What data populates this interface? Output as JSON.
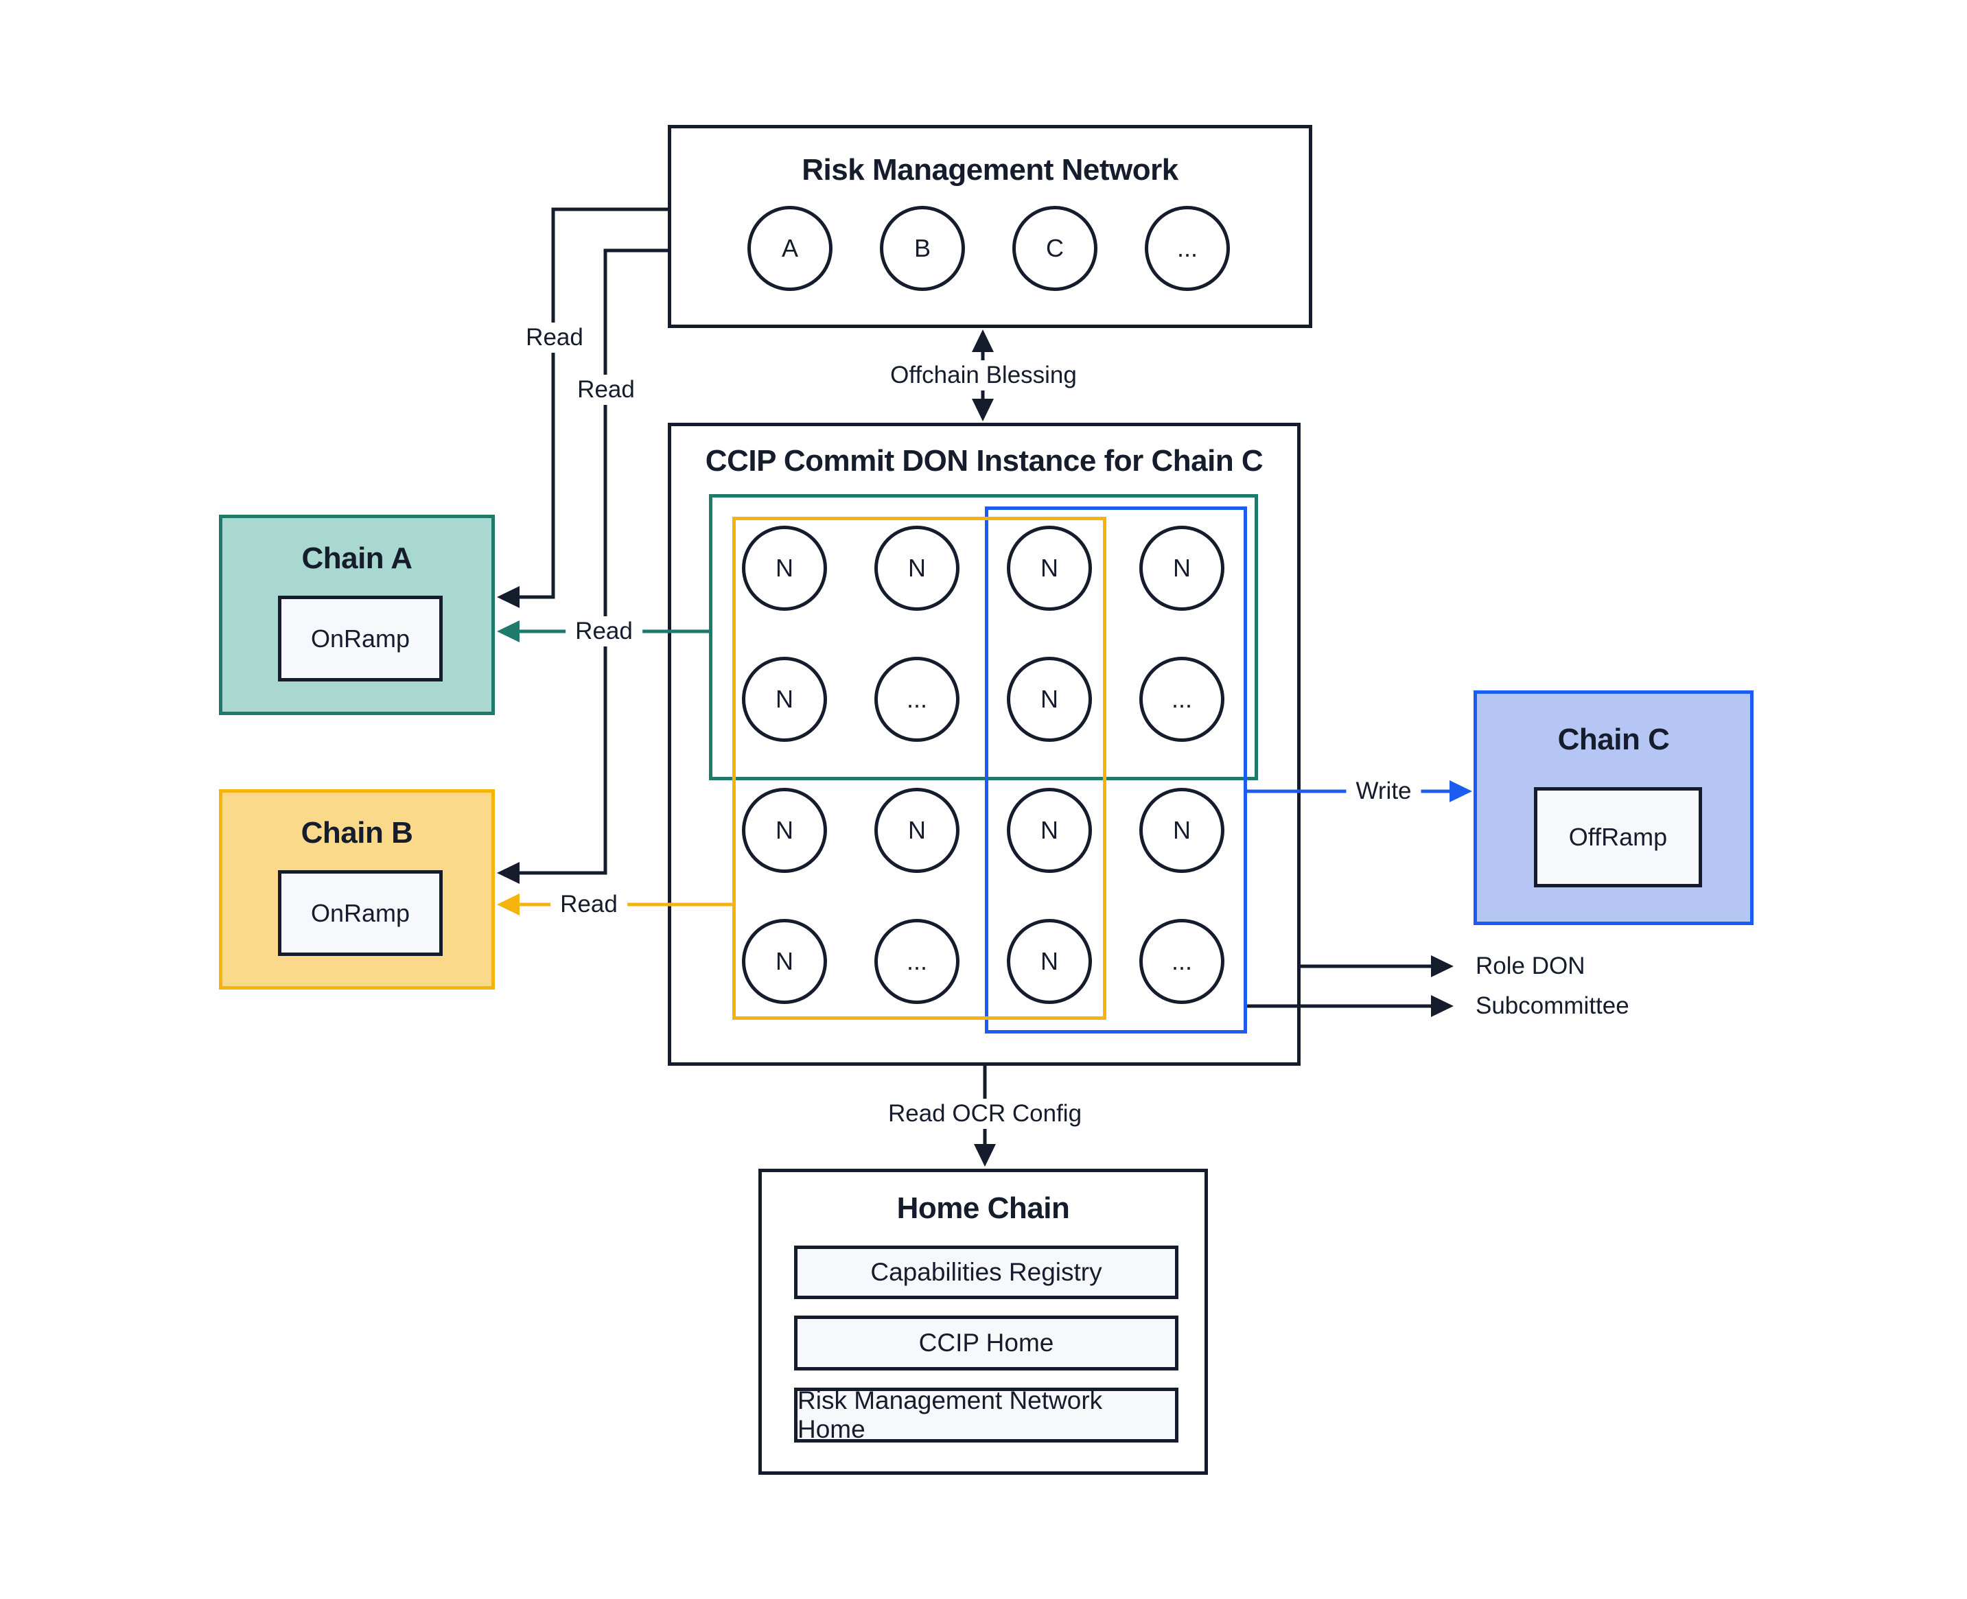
{
  "diagram": {
    "rmn": {
      "title": "Risk Management Network",
      "nodes": [
        "A",
        "B",
        "C",
        "..."
      ]
    },
    "don": {
      "title": "CCIP Commit DON Instance for Chain C",
      "grid": [
        [
          "N",
          "N",
          "N",
          "N"
        ],
        [
          "N",
          "...",
          "N",
          "..."
        ],
        [
          "N",
          "N",
          "N",
          "N"
        ],
        [
          "N",
          "...",
          "N",
          "..."
        ]
      ]
    },
    "chain_a": {
      "title": "Chain A",
      "contract": "OnRamp"
    },
    "chain_b": {
      "title": "Chain B",
      "contract": "OnRamp"
    },
    "chain_c": {
      "title": "Chain C",
      "contract": "OffRamp"
    },
    "home_chain": {
      "title": "Home Chain",
      "contracts": [
        "Capabilities Registry",
        "CCIP Home",
        "Risk Management Network Home"
      ]
    },
    "edges": {
      "read_rmn_to_chain_a": "Read",
      "read_rmn_to_chain_b": "Read",
      "read_subcommittee_to_chain_a": "Read",
      "read_subcommittee_to_chain_b": "Read",
      "offchain_blessing": "Offchain Blessing",
      "write": "Write",
      "role_don": "Role DON",
      "subcommittee": "Subcommittee",
      "read_ocr_config": "Read OCR Config"
    },
    "colors": {
      "navy": "#151C2C",
      "teal": "#1F7A6C",
      "teal_fill": "#A8D8D0",
      "yellow": "#F5B40C",
      "yellow_fill": "#FBD98A",
      "blue": "#1D5CF1",
      "blue_fill": "#B5C6F5",
      "box_fill": "#F7F8FC",
      "background": "#FFFFFF"
    }
  }
}
